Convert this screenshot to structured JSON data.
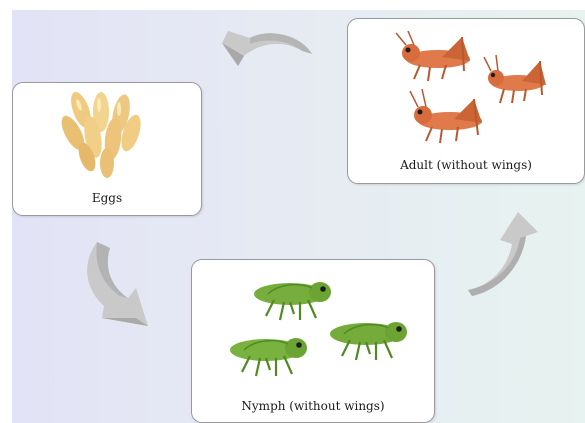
{
  "stages": {
    "eggs": {
      "label": "Eggs"
    },
    "adult": {
      "label": "Adult (without wings)"
    },
    "nymph": {
      "label": "Nymph (without wings)"
    }
  },
  "colors": {
    "egg_fill": "#f1cf86",
    "adult_fill": "#e07a4a",
    "nymph_fill": "#76ad3c",
    "arrow_fill": "#c9c9c9",
    "arrow_shade": "#a8a8a8"
  },
  "icons": [
    "eggs-illustration",
    "adult-grasshopper",
    "nymph-grasshopper",
    "cycle-arrow"
  ]
}
